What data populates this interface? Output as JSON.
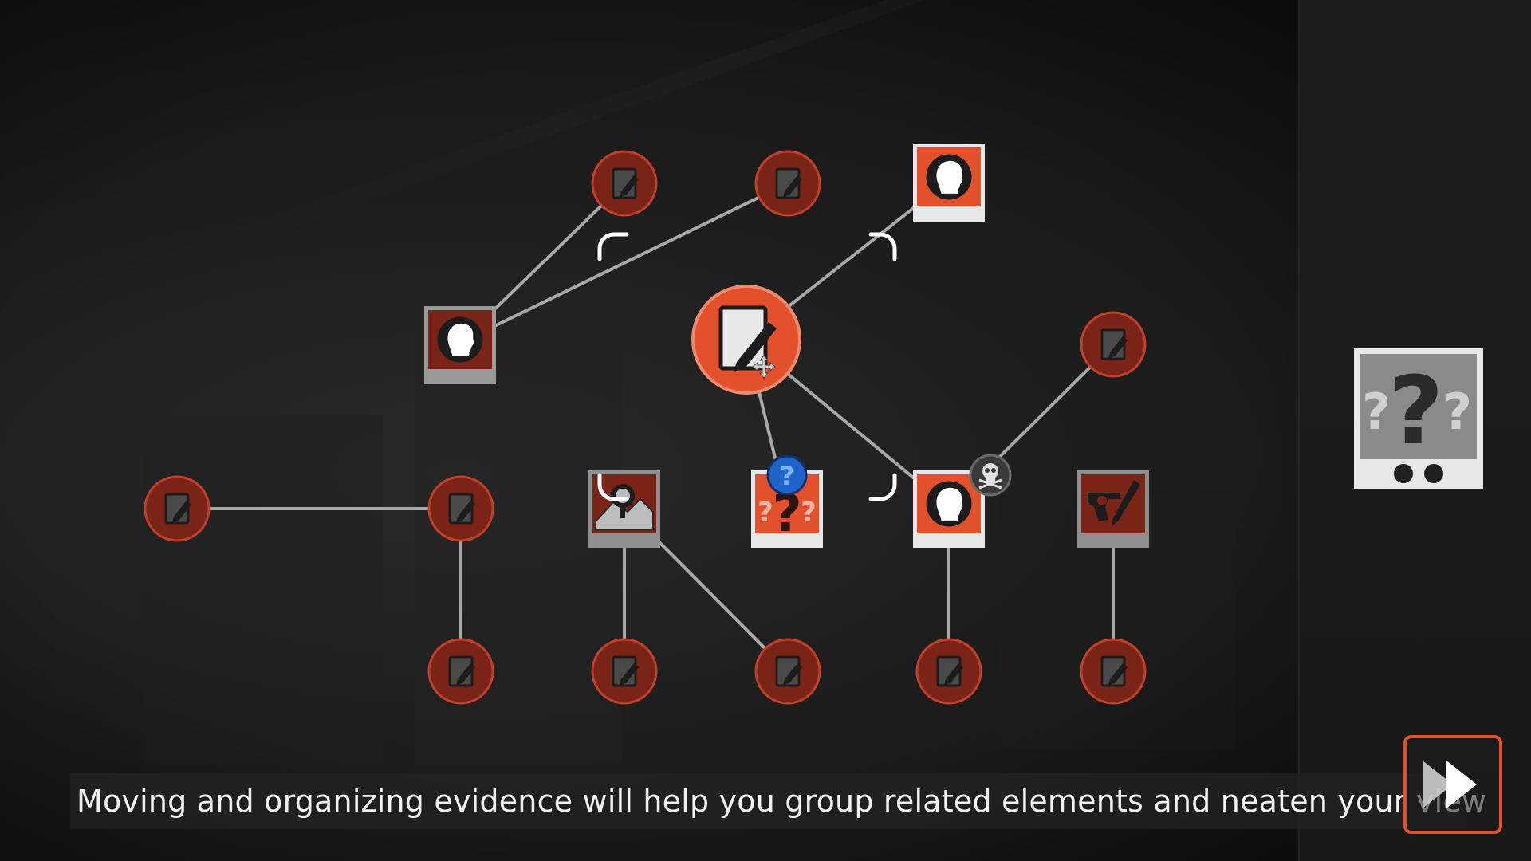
{
  "subtitle": {
    "text": "Moving and organizing evidence will help you group related elements and neaten your view"
  },
  "next_button": {
    "icon": "fast-forward-icon"
  },
  "colors": {
    "accent": "#e3502c",
    "accent_dark": "#7a2418",
    "node_fill": "#585858",
    "link": "#a8a8a8",
    "blue_marker": "#1e63c9",
    "card_gray": "#8a8a8a"
  },
  "board": {
    "selected_node": "center-note",
    "nodes": [
      {
        "name": "note-node-top-a",
        "type": "note",
        "icon": "notepad-pencil-icon"
      },
      {
        "name": "note-node-top-b",
        "type": "note",
        "icon": "notepad-pencil-icon"
      },
      {
        "name": "suspect-card-top",
        "type": "person",
        "icon": "head-silhouette-icon",
        "highlighted": true
      },
      {
        "name": "suspect-card-left",
        "type": "person",
        "icon": "head-silhouette-icon",
        "highlighted": false
      },
      {
        "name": "center-note",
        "type": "note",
        "icon": "notepad-pencil-icon",
        "selected": true
      },
      {
        "name": "note-node-right-high",
        "type": "note",
        "icon": "notepad-pencil-icon"
      },
      {
        "name": "note-node-far-left",
        "type": "note",
        "icon": "notepad-pencil-icon"
      },
      {
        "name": "note-node-mid-left",
        "type": "note",
        "icon": "notepad-pencil-icon"
      },
      {
        "name": "location-card",
        "type": "location",
        "icon": "map-pin-icon"
      },
      {
        "name": "unknown-card",
        "type": "unknown",
        "icon": "question-marks-icon",
        "highlighted": true
      },
      {
        "name": "victim-card",
        "type": "person",
        "icon": "head-silhouette-icon",
        "highlighted": true,
        "badge": "skull-icon"
      },
      {
        "name": "weapon-card",
        "type": "weapon",
        "icon": "revolver-knife-icon"
      },
      {
        "name": "note-node-bottom-1",
        "type": "note",
        "icon": "notepad-pencil-icon"
      },
      {
        "name": "note-node-bottom-2",
        "type": "note",
        "icon": "notepad-pencil-icon"
      },
      {
        "name": "note-node-bottom-3",
        "type": "note",
        "icon": "notepad-pencil-icon"
      },
      {
        "name": "note-node-bottom-4",
        "type": "note",
        "icon": "notepad-pencil-icon"
      },
      {
        "name": "note-node-bottom-5",
        "type": "note",
        "icon": "notepad-pencil-icon"
      }
    ],
    "links": [
      [
        "suspect-card-left",
        "note-node-top-a"
      ],
      [
        "suspect-card-left",
        "note-node-top-b"
      ],
      [
        "center-note",
        "suspect-card-top"
      ],
      [
        "center-note",
        "unknown-card"
      ],
      [
        "center-note",
        "victim-card"
      ],
      [
        "victim-card",
        "note-node-right-high"
      ],
      [
        "note-node-far-left",
        "note-node-mid-left"
      ],
      [
        "note-node-mid-left",
        "note-node-bottom-1"
      ],
      [
        "location-card",
        "note-node-bottom-2"
      ],
      [
        "location-card",
        "note-node-bottom-3"
      ],
      [
        "victim-card",
        "note-node-bottom-4"
      ],
      [
        "weapon-card",
        "note-node-bottom-5"
      ]
    ]
  },
  "side_panel": {
    "pending_card": {
      "icon": "question-marks-icon"
    }
  }
}
